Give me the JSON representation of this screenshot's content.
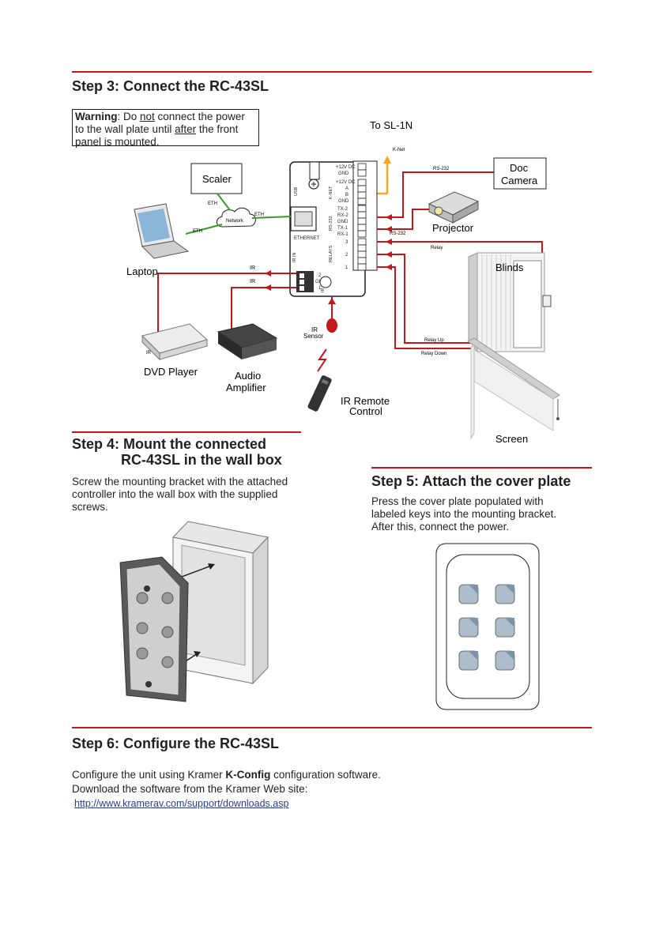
{
  "step3": {
    "title": "Step 3: Connect the RC-43SL",
    "warning": {
      "lead": "Warning",
      "t1": ": Do ",
      "not": "not",
      "t2": " connect the power to the wall plate until ",
      "after": "after",
      "t3": " the front panel is mounted."
    },
    "diagram": {
      "to_sl": "To SL-1N",
      "knet": "K-Net",
      "rs232_top": "RS-232",
      "rs232_mid": "RS-232",
      "doc_camera_1": "Doc",
      "doc_camera_2": "Camera",
      "projector": "Projector",
      "relay": "Relay",
      "blinds": "Blinds",
      "scaler": "Scaler",
      "network": "Network",
      "eth1": "ETH",
      "eth2": "ETH",
      "eth3": "ETH",
      "laptop": "Laptop",
      "ir1": "IR",
      "ir2": "IR",
      "ir_dvd": "IR",
      "ir_sensor_1": "IR",
      "ir_sensor_2": "Sensor",
      "relay_up": "Relay Up",
      "relay_down": "Relay Down",
      "dvd_player": "DVD Player",
      "audio_1": "Audio",
      "audio_2": "Amplifier",
      "ir_remote_1": "IR Remote",
      "ir_remote_2": "Control",
      "screen": "Screen",
      "panel": {
        "v12_1": "+12V DC",
        "gnd_1": "GND",
        "v12_2": "+12V DC",
        "a": "A",
        "b": "B",
        "gnd_2": "GND",
        "tx2": "TX-2",
        "rx2": "RX-2",
        "gnd_3": "GND",
        "tx1": "TX-1",
        "rx1": "RX-1",
        "r3": "3",
        "r2": "2",
        "r1": "1",
        "usb": "USB",
        "knet_v": "K-NET",
        "rs232_v": "RS-232",
        "relays_v": "RELAYS",
        "ethernet": "ETHERNET",
        "ir_in": "IR IN",
        "ir_out": "IR OUT",
        "ir2": "2",
        "gnd_ir": "GND",
        "ir1": "1"
      }
    }
  },
  "step4": {
    "title_1": "Step 4: Mount the connected",
    "title_2": "RC-43SL in the wall box",
    "body_1": "Screw the mounting bracket with the attached",
    "body_2": "controller into the wall box with the supplied",
    "body_3": "screws."
  },
  "step5": {
    "title": "Step 5: Attach the cover plate",
    "body_1": "Press the cover plate populated with",
    "body_2": "labeled keys into the mounting bracket.",
    "body_3": "After this, connect the power."
  },
  "step6": {
    "title": "Step 6: Configure the RC-43SL",
    "body_1a": "Configure the unit using Kramer ",
    "body_1b": "K-Config",
    "body_1c": " configuration software.",
    "body_2": "Download the software from the Kramer Web site:",
    "link": "http://www.kramerav.com/support/downloads.asp"
  },
  "colors": {
    "rule": "#c4161c",
    "wire_red": "#c4161c",
    "wire_green": "#3a9a2a",
    "wire_orange": "#f5a623"
  }
}
